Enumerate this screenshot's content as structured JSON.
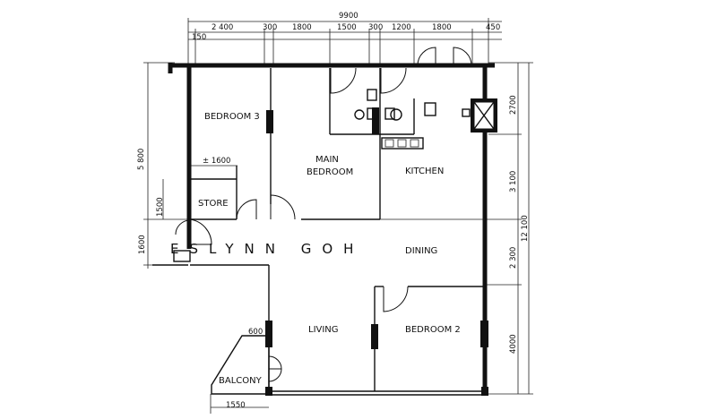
{
  "rooms": {
    "bedroom3": "BEDROOM 3",
    "main_bedroom_line1": "MAIN",
    "main_bedroom_line2": "BEDROOM",
    "kitchen": "KITCHEN",
    "store": "STORE",
    "dining": "DINING",
    "living": "LIVING",
    "bedroom2": "BEDROOM 2",
    "balcony": "BALCONY"
  },
  "dimensions": {
    "overall_width": "9900",
    "top_segments": [
      "150",
      "2 400",
      "300",
      "1800",
      "1500",
      "300",
      "1200",
      "1800",
      "450"
    ],
    "left_height": "5 800",
    "store_width": "± 1600",
    "store_depth": "1500",
    "entrance": "1600",
    "right_segments": [
      "2700",
      "3 100",
      "2 300",
      "4000"
    ],
    "overall_height": "12 100",
    "balcony_width": "600",
    "balcony_depth": "1550"
  },
  "watermark": "ESLYNN GOH"
}
